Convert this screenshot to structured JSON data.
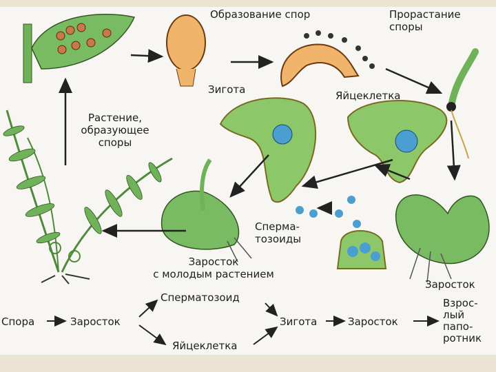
{
  "labels": {
    "spore_formation": "Образование спор",
    "spore_germination_1": "Прорастание",
    "spore_germination_2": "споры",
    "zygote": "Зигота",
    "egg_cell": "Яйцеклетка",
    "plant_1": "Растение,",
    "plant_2": "образующее",
    "plant_3": "споры",
    "sperm_1": "Сперма-",
    "sperm_2": "тозоиды",
    "prothallus_young_1": "Заросток",
    "prothallus_young_2": "с молодым растением",
    "prothallus": "Заросток"
  },
  "flow": {
    "spore": "Спора",
    "prothallus1": "Заросток",
    "sperm": "Сперматозоид",
    "egg": "Яйцеклетка",
    "zygote": "Зигота",
    "prothallus2": "Заросток",
    "adult_1": "Взрос-",
    "adult_2": "лый",
    "adult_3": "папо-",
    "adult_4": "ротник"
  },
  "colors": {
    "leaf": "#6fb25a",
    "cell": "#c9a24a",
    "tissue": "#e8a85a",
    "blue": "#4a9fd0"
  }
}
